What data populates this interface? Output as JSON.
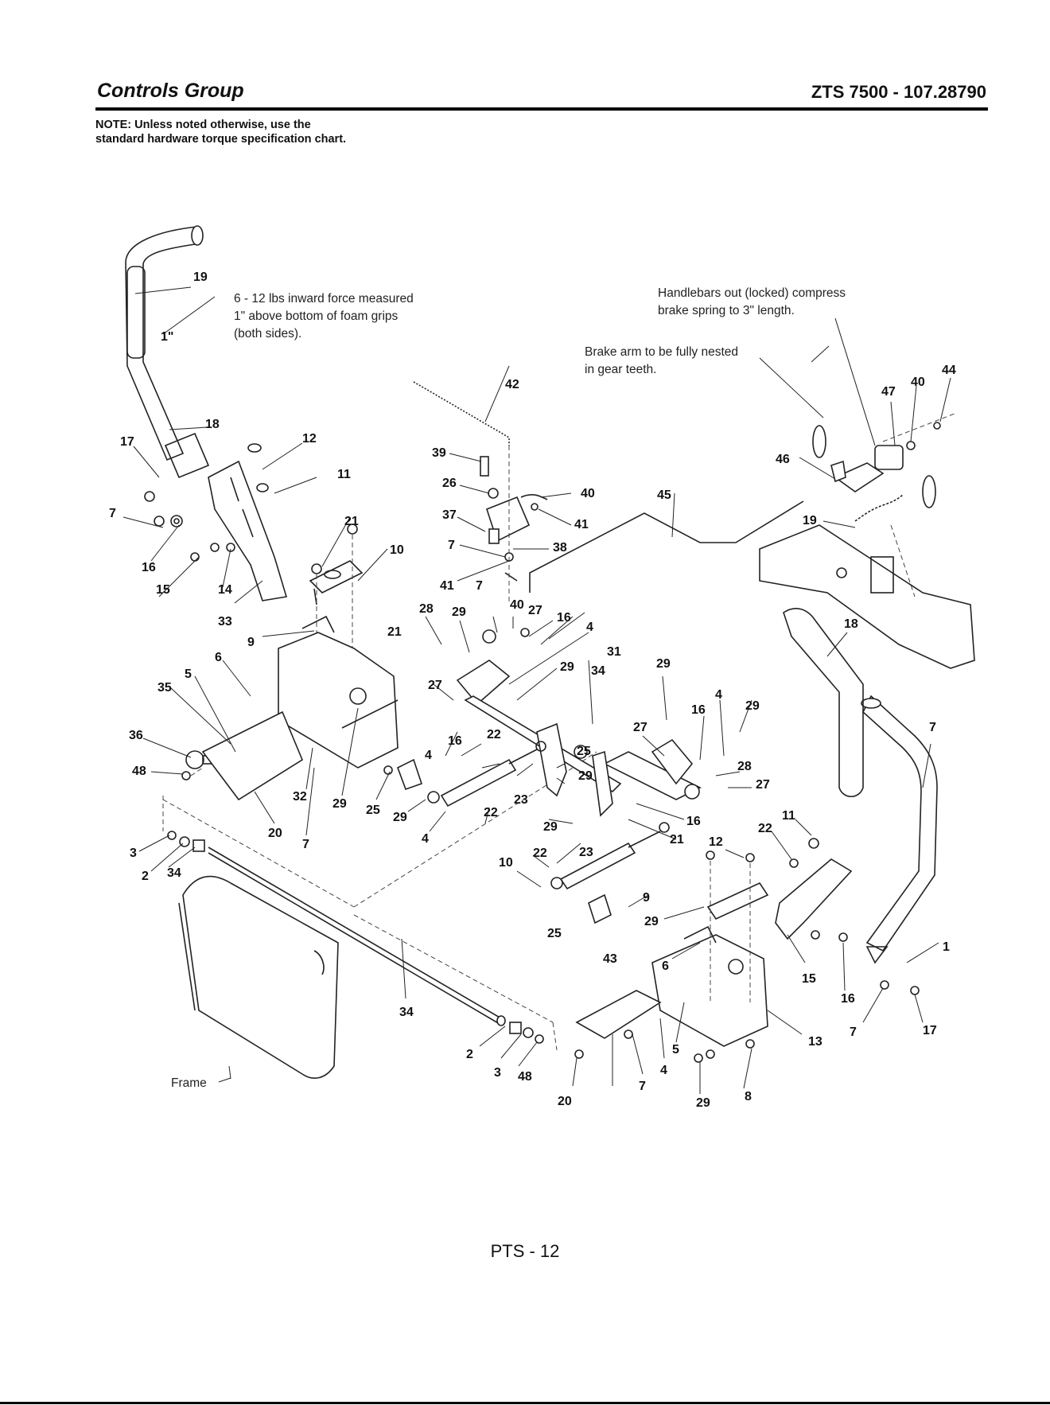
{
  "header": {
    "title": "Controls Group",
    "model": "ZTS 7500 - 107.28790"
  },
  "note": "NOTE: Unless noted otherwise, use the standard hardware torque specification chart.",
  "annotations": {
    "force_line1": "6 - 12 lbs inward force measured",
    "force_line2": "1\" above bottom of foam grips",
    "force_line3": "(both sides).",
    "grip_dimension": "1\"",
    "handlebar_line1": "Handlebars out (locked) compress",
    "handlebar_line2": "brake spring to 3\" length.",
    "brake_line1": "Brake arm to be fully nested",
    "brake_line2": "in gear teeth.",
    "frame_label": "Frame"
  },
  "callouts": [
    "19",
    "18",
    "17",
    "7",
    "12",
    "11",
    "16",
    "15",
    "14",
    "21",
    "10",
    "33",
    "9",
    "21",
    "6",
    "5",
    "35",
    "36",
    "48",
    "32",
    "29",
    "20",
    "25",
    "29",
    "7",
    "3",
    "2",
    "34",
    "42",
    "39",
    "26",
    "40",
    "37",
    "41",
    "7",
    "38",
    "41",
    "7",
    "28",
    "29",
    "40",
    "27",
    "16",
    "4",
    "27",
    "29",
    "31",
    "34",
    "16",
    "22",
    "4",
    "25",
    "29",
    "23",
    "22",
    "4",
    "29",
    "23",
    "22",
    "10",
    "29",
    "25",
    "43",
    "45",
    "46",
    "47",
    "40",
    "44",
    "19",
    "18",
    "7",
    "29",
    "27",
    "16",
    "4",
    "29",
    "28",
    "27",
    "16",
    "21",
    "12",
    "11",
    "22",
    "9",
    "6",
    "5",
    "4",
    "7",
    "29",
    "8",
    "13",
    "15",
    "16",
    "7",
    "17",
    "1",
    "34",
    "2",
    "3",
    "48",
    "20"
  ],
  "footer": {
    "page": "PTS - 12"
  }
}
